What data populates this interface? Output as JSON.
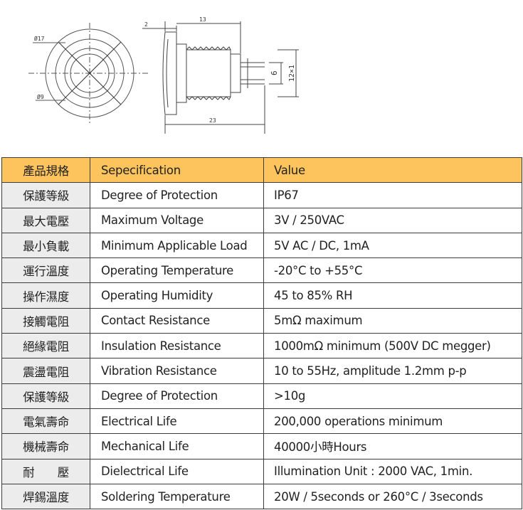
{
  "drawing": {
    "dim_17": "Ø17",
    "dim_9": "Ø9",
    "dim_2": "2",
    "dim_13": "13",
    "dim_23": "23",
    "dim_6": "6",
    "dim_12": "12×1"
  },
  "table": {
    "header": {
      "zh": "產品規格",
      "en": "Sepecification",
      "value": "Value"
    },
    "rows": [
      {
        "zh": "保護等級",
        "en": "Degree of Protection",
        "value": "IP67"
      },
      {
        "zh": "最大電壓",
        "en": "Maximum Voltage",
        "value": "3V / 250VAC"
      },
      {
        "zh": "最小負載",
        "en": "Minimum Applicable Load",
        "value": "5V AC / DC, 1mA"
      },
      {
        "zh": "運行溫度",
        "en": "Operating Temperature",
        "value": "-20°C to +55°C"
      },
      {
        "zh": "操作濕度",
        "en": "Operating Humidity",
        "value": "45 to 85%  RH"
      },
      {
        "zh": "接觸電阻",
        "en": "Contact Resistance",
        "value": "5mΩ  maximum"
      },
      {
        "zh": "絕緣電阻",
        "en": "Insulation Resistance",
        "value": "1000mΩ  minimum (500V DC megger)"
      },
      {
        "zh": "震盪電阻",
        "en": "Vibration Resistance",
        "value": "10 to 55Hz, amplitude 1.2mm p-p"
      },
      {
        "zh": "保護等級",
        "en": "Degree of Protection",
        "value": ">10g"
      },
      {
        "zh": "電氣壽命",
        "en": "Electrical Life",
        "value": "200,000 operations minimum"
      },
      {
        "zh": "機械壽命",
        "en": "Mechanical Life",
        "value": "40000小時Hours"
      },
      {
        "zh": "耐　　壓",
        "en": "Dielectrical Life",
        "value": "Illumination Unit : 2000 VAC, 1min."
      },
      {
        "zh": "焊錫溫度",
        "en": "Soldering Temperature",
        "value": "20W / 5seconds or 260°C / 3seconds"
      }
    ]
  }
}
